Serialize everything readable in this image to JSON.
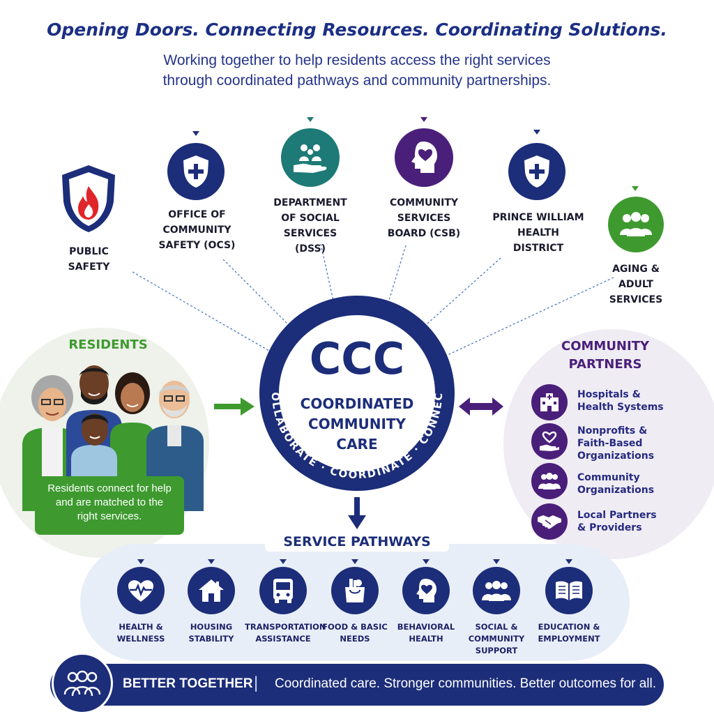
{
  "header": {
    "headline": "Opening Doors. Connecting Resources. Coordinating Solutions.",
    "subtitle_line1": "Working together to help residents access the right services",
    "subtitle_line2": "through coordinated pathways and community partnerships."
  },
  "agencies": [
    {
      "id": "public-safety",
      "lines": [
        "PUBLIC",
        "SAFETY"
      ],
      "icon": "fire-shield-icon"
    },
    {
      "id": "ocs",
      "lines": [
        "OFFICE OF",
        "COMMUNITY",
        "SAFETY (OCS)"
      ],
      "icon": "cross-shield-icon"
    },
    {
      "id": "dss",
      "lines": [
        "DEPARTMENT",
        "OF SOCIAL",
        "SERVICES (DSS)"
      ],
      "icon": "family-hands-icon"
    },
    {
      "id": "csb",
      "lines": [
        "COMMUNITY",
        "SERVICES",
        "BOARD (CSB)"
      ],
      "icon": "head-heart-icon"
    },
    {
      "id": "health-district",
      "lines": [
        "PRINCE WILLIAM",
        "HEALTH",
        "DISTRICT"
      ],
      "icon": "cross-shield-icon"
    },
    {
      "id": "aging",
      "lines": [
        "AGING &",
        "ADULT",
        "SERVICES"
      ],
      "icon": "group-icon"
    }
  ],
  "center": {
    "acronym": "CCC",
    "name_lines": [
      "COORDINATED",
      "COMMUNITY",
      "CARE"
    ],
    "ring_text": "COLLABORATE · COORDINATE · CONNECT"
  },
  "residents": {
    "title": "RESIDENTS",
    "caption_lines": [
      "Residents connect for help",
      "and are matched to the",
      "right services."
    ]
  },
  "partners": {
    "title_lines": [
      "COMMUNITY",
      "PARTNERS"
    ],
    "items": [
      {
        "lines": [
          "Hospitals &",
          "Health Systems"
        ],
        "icon": "hospital-icon"
      },
      {
        "lines": [
          "Nonprofits &",
          "Faith-Based",
          "Organizations"
        ],
        "icon": "heart-hand-icon"
      },
      {
        "lines": [
          "Community",
          "Organizations"
        ],
        "icon": "people-icon"
      },
      {
        "lines": [
          "Local Partners",
          "& Providers"
        ],
        "icon": "handshake-icon"
      }
    ]
  },
  "pathways": {
    "title": "SERVICE PATHWAYS",
    "items": [
      {
        "lines": [
          "HEALTH &",
          "WELLNESS"
        ],
        "icon": "heart-pulse-icon"
      },
      {
        "lines": [
          "HOUSING",
          "STABILITY"
        ],
        "icon": "house-icon"
      },
      {
        "lines": [
          "TRANSPORTATION",
          "ASSISTANCE"
        ],
        "icon": "bus-icon"
      },
      {
        "lines": [
          "FOOD & BASIC",
          "NEEDS"
        ],
        "icon": "grocery-bag-icon"
      },
      {
        "lines": [
          "BEHAVIORAL",
          "HEALTH"
        ],
        "icon": "head-heart-icon"
      },
      {
        "lines": [
          "SOCIAL &",
          "COMMUNITY",
          "SUPPORT"
        ],
        "icon": "group-icon"
      },
      {
        "lines": [
          "EDUCATION &",
          "EMPLOYMENT"
        ],
        "icon": "book-icon"
      }
    ]
  },
  "footer": {
    "title": "BETTER TOGETHER",
    "divider": "|",
    "tagline": "Coordinated care. Stronger communities. Better outcomes for all."
  },
  "colors": {
    "navy": "#1c2d79",
    "green": "#3e9a2f",
    "purple": "#4a1f7a",
    "teal": "#1d7a76",
    "red": "#e0262a"
  }
}
